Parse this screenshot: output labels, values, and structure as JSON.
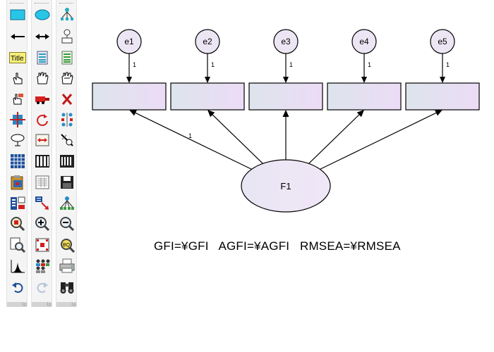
{
  "toolbox": {
    "icons": [
      [
        "draw-observed-variable-icon",
        "draw-unobserved-variable-icon",
        "draw-latent-indicator-icon"
      ],
      [
        "draw-path-icon",
        "draw-covariance-icon",
        "add-unique-variable-icon"
      ],
      [
        "figure-caption-icon",
        "list-variables-in-model-icon",
        "list-variables-in-dataset-icon"
      ],
      [
        "select-one-object-icon",
        "select-all-objects-icon",
        "deselect-all-objects-icon"
      ],
      [
        "duplicate-objects-icon",
        "move-objects-icon",
        "erase-objects-icon"
      ],
      [
        "change-shape-icon",
        "rotate-indicators-icon",
        "reflect-indicators-icon"
      ],
      [
        "move-parameter-icon",
        "scroll-icon",
        "touch-up-icon"
      ],
      [
        "select-data-files-icon",
        "analysis-properties-icon",
        "calculate-estimates-icon"
      ],
      [
        "copy-to-clipboard-icon",
        "view-text-output-icon",
        "save-diagram-icon"
      ],
      [
        "object-properties-icon",
        "drag-properties-icon",
        "preserve-symmetries-icon"
      ],
      [
        "zoom-in-selected-icon",
        "zoom-in-icon",
        "zoom-out-icon"
      ],
      [
        "show-page-icon",
        "resize-to-fit-page-icon",
        "magnify-icon"
      ],
      [
        "bayesian-estimation-icon",
        "multiple-group-analysis-icon",
        "print-icon"
      ],
      [
        "undo-icon",
        "redo-icon",
        "specification-search-icon"
      ]
    ],
    "footer": [
      "1p",
      "1p",
      "1p"
    ]
  },
  "diagram": {
    "errors": [
      "e1",
      "e2",
      "e3",
      "e4",
      "e5"
    ],
    "error_path_labels": [
      "1",
      "1",
      "1",
      "1",
      "1"
    ],
    "factor": "F1",
    "loading_label": "1",
    "fit_text": "GFI=¥GFI   AGFI=¥AGFI   RMSEA=¥RMSEA"
  },
  "colors": {
    "ellipse_fill": "#ece6f4",
    "box_gradient_left": "#dde4ec",
    "box_gradient_right": "#ecdcf6",
    "stroke": "#000000"
  }
}
